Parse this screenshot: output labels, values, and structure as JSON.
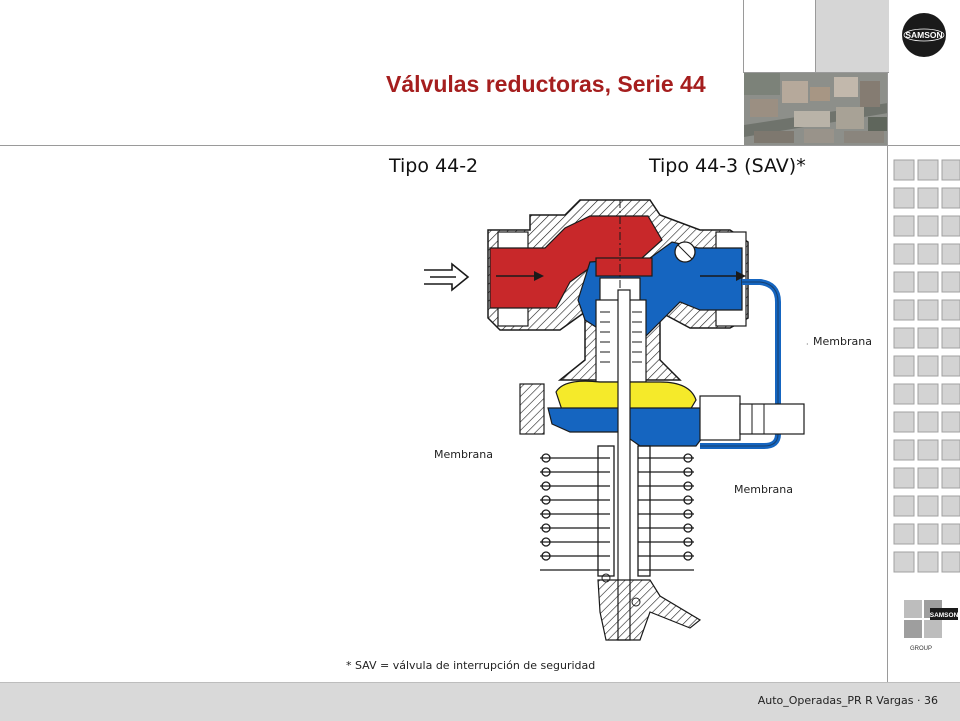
{
  "title": "Válvulas reductoras, Serie 44",
  "logo": {
    "text": "SAMSON"
  },
  "group_logo": {
    "text": "SAMSON",
    "subtext": "GROUP"
  },
  "diagram": {
    "label_left": "Tipo 44-2",
    "label_right": "Tipo 44-3 (SAV)*",
    "callouts": [
      "Membrana",
      "Membrana",
      "Membrana"
    ],
    "colors": {
      "inlet": "#c8282a",
      "outlet": "#1565c0",
      "diaphragm": "#f5ea2a",
      "outline": "#1a1a1a"
    }
  },
  "footnote": "* SAV = válvula de interrupción de seguridad",
  "footer": {
    "text": "Auto_Operadas_PR R Vargas · 36"
  }
}
